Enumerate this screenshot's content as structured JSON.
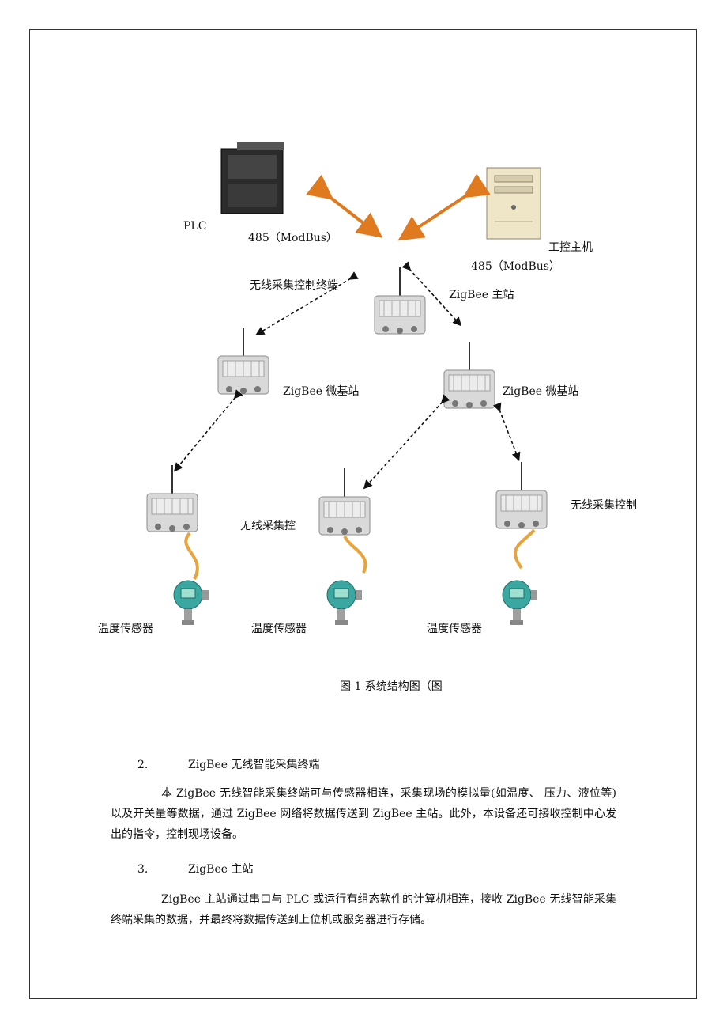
{
  "diagram": {
    "labels": {
      "plc": "PLC",
      "modbus_left": "485（ModBus）",
      "modbus_right": "485（ModBus）",
      "ipc": "工控主机",
      "terminal_top": "无线采集控制终端",
      "master": "ZigBee 主站",
      "micro_left": "ZigBee 微基站",
      "micro_right": "ZigBee 微基站",
      "collector_mid": "无线采集控",
      "collector_right": "无线采集控制",
      "sensor_1": "温度传感器",
      "sensor_2": "温度传感器",
      "sensor_3": "温度传感器"
    },
    "caption": "图 1  系统结构图（图",
    "colors": {
      "arrow": "#e07a1f",
      "device": "#dcdcdc",
      "cable": "#e8a33a",
      "sensor": "#3aa7a0"
    }
  },
  "sections": [
    {
      "number": "2.",
      "title": "ZigBee 无线智能采集终端",
      "text": "本 ZigBee 无线智能采集终端可与传感器相连，采集现场的模拟量(如温度、   压力、液位等)以及开关量等数据，通过 ZigBee 网络将数据传送到 ZigBee 主站。此外，本设备还可接收控制中心发出的指令，控制现场设备。"
    },
    {
      "number": "3.",
      "title": "ZigBee 主站",
      "text": "ZigBee 主站通过串口与 PLC 或运行有组态软件的计算机相连，接收 ZigBee 无线智能采集终端采集的数据，并最终将数据传送到上位机或服务器进行存储。"
    }
  ]
}
